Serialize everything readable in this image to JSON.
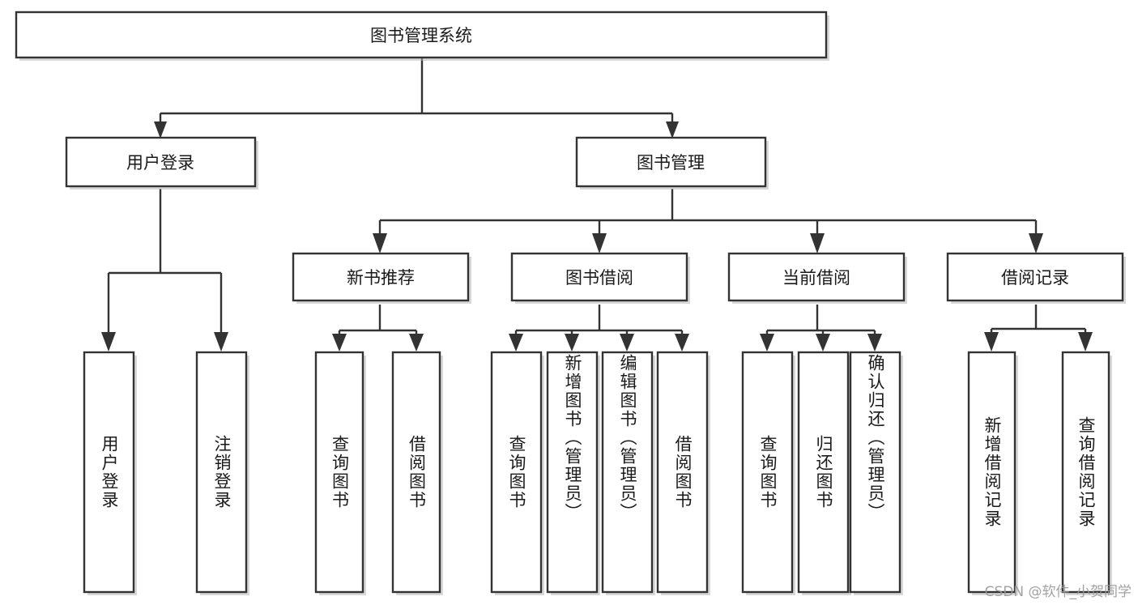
{
  "diagram": {
    "type": "hierarchy-tree",
    "title": "图书管理系统",
    "root": {
      "label": "图书管理系统"
    },
    "level2": [
      {
        "label": "用户登录"
      },
      {
        "label": "图书管理"
      }
    ],
    "level3": [
      {
        "label": "新书推荐"
      },
      {
        "label": "图书借阅"
      },
      {
        "label": "当前借阅"
      },
      {
        "label": "借阅记录"
      }
    ],
    "leaves": {
      "user_login": [
        {
          "label": "用户登录"
        },
        {
          "label": "注销登录"
        }
      ],
      "new_book_recommend": [
        {
          "label": "查询图书"
        },
        {
          "label": "借阅图书"
        }
      ],
      "book_borrow": [
        {
          "label": "查询图书"
        },
        {
          "label": "新增图书（管理员）"
        },
        {
          "label": "编辑图书（管理员）"
        },
        {
          "label": "借阅图书"
        }
      ],
      "current_borrow": [
        {
          "label": "查询图书"
        },
        {
          "label": "归还图书"
        },
        {
          "label": "确认归还（管理员）"
        }
      ],
      "borrow_record": [
        {
          "label": "新增借阅记录"
        },
        {
          "label": "查询借阅记录"
        }
      ]
    }
  },
  "watermark": {
    "text": "CSDN @软件_小贺同学"
  },
  "colors": {
    "box_stroke": "#333333",
    "box_fill": "#ffffff",
    "text": "#1a1a1a",
    "background": "#ffffff",
    "watermark": "#9a9a9a"
  }
}
